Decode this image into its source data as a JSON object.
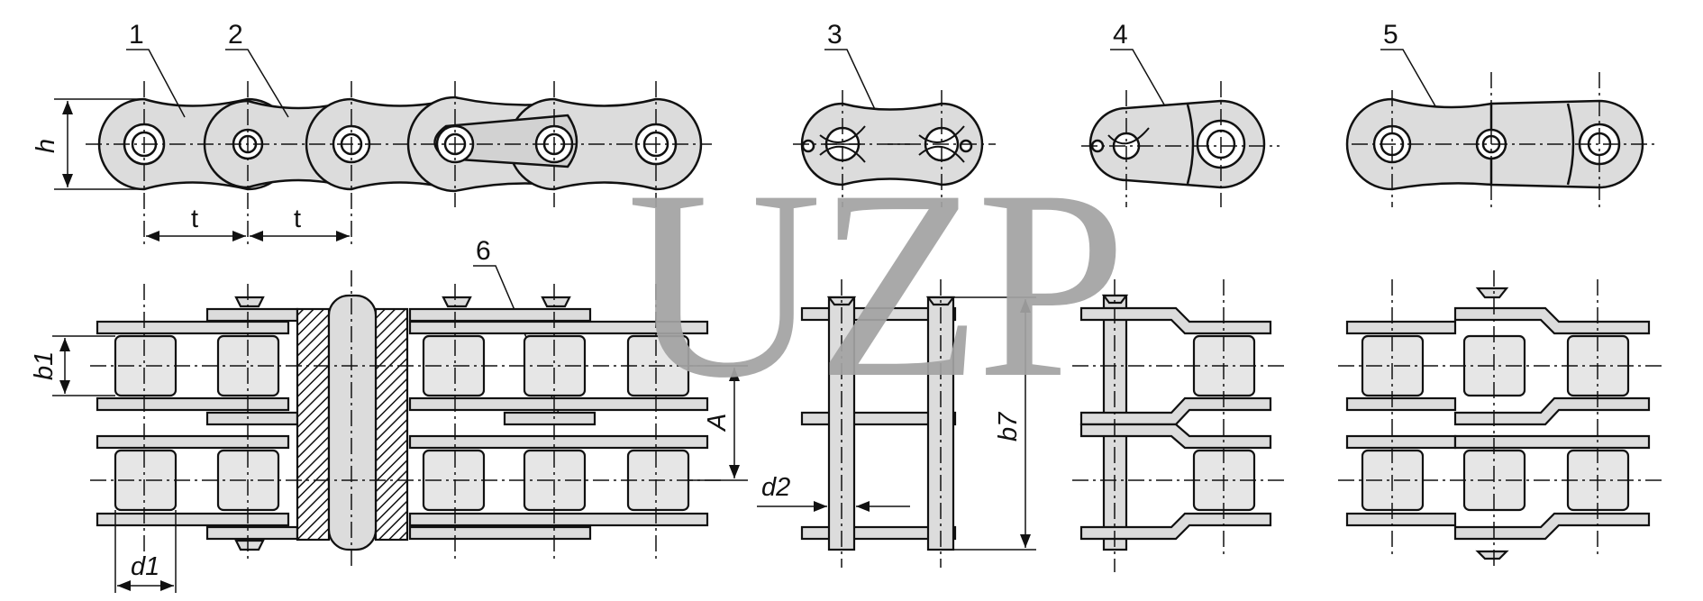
{
  "watermark": "UZP",
  "callouts": [
    "1",
    "2",
    "3",
    "4",
    "5",
    "6"
  ],
  "dimensions": {
    "h": "h",
    "t": "t",
    "b1": "b1",
    "A": "A",
    "d1": "d1",
    "d2": "d2",
    "b7": "b7"
  },
  "colors": {
    "plate_fill": "#dcdcdc",
    "roller_fill": "#e6e6e6",
    "outline": "#111111",
    "watermark": "#a3a3a3"
  }
}
